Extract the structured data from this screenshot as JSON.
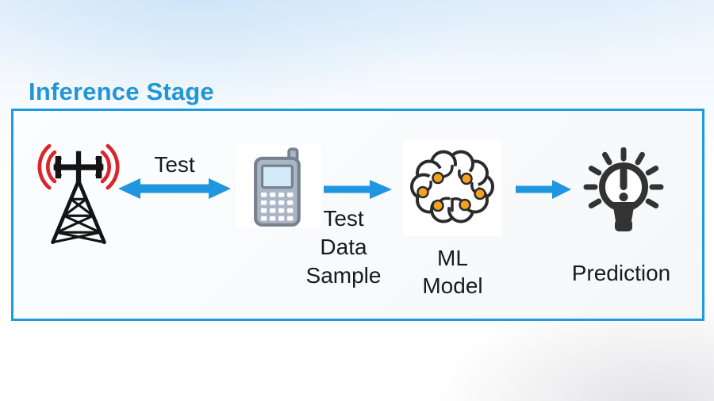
{
  "title": "Inference Stage",
  "colors": {
    "title_blue": "#2196d6",
    "box_border_blue": "#1e9ce2",
    "arrow_blue": "#1e96e0",
    "signal_red": "#d9262c",
    "neuron_orange": "#f6a21e",
    "icon_dark": "#333333",
    "phone_gray": "#aab5c5",
    "phone_screen_blue": "#d2e9f8",
    "text_dark": "#1a1a1a"
  },
  "diagram": {
    "nodes": {
      "base_station": {
        "icon": "cell-tower-icon"
      },
      "device": {
        "icon": "mobile-phone-icon",
        "label_lines": [
          "Test",
          "Data",
          "Sample"
        ]
      },
      "ml_model": {
        "icon": "brain-icon",
        "label_lines": [
          "ML",
          "Model"
        ]
      },
      "prediction": {
        "icon": "lightbulb-icon",
        "label": "Prediction"
      }
    },
    "connections": {
      "test_link": {
        "label": "Test",
        "type": "double-arrow"
      },
      "to_model": {
        "type": "arrow-right"
      },
      "to_prediction": {
        "type": "arrow-right"
      }
    }
  }
}
